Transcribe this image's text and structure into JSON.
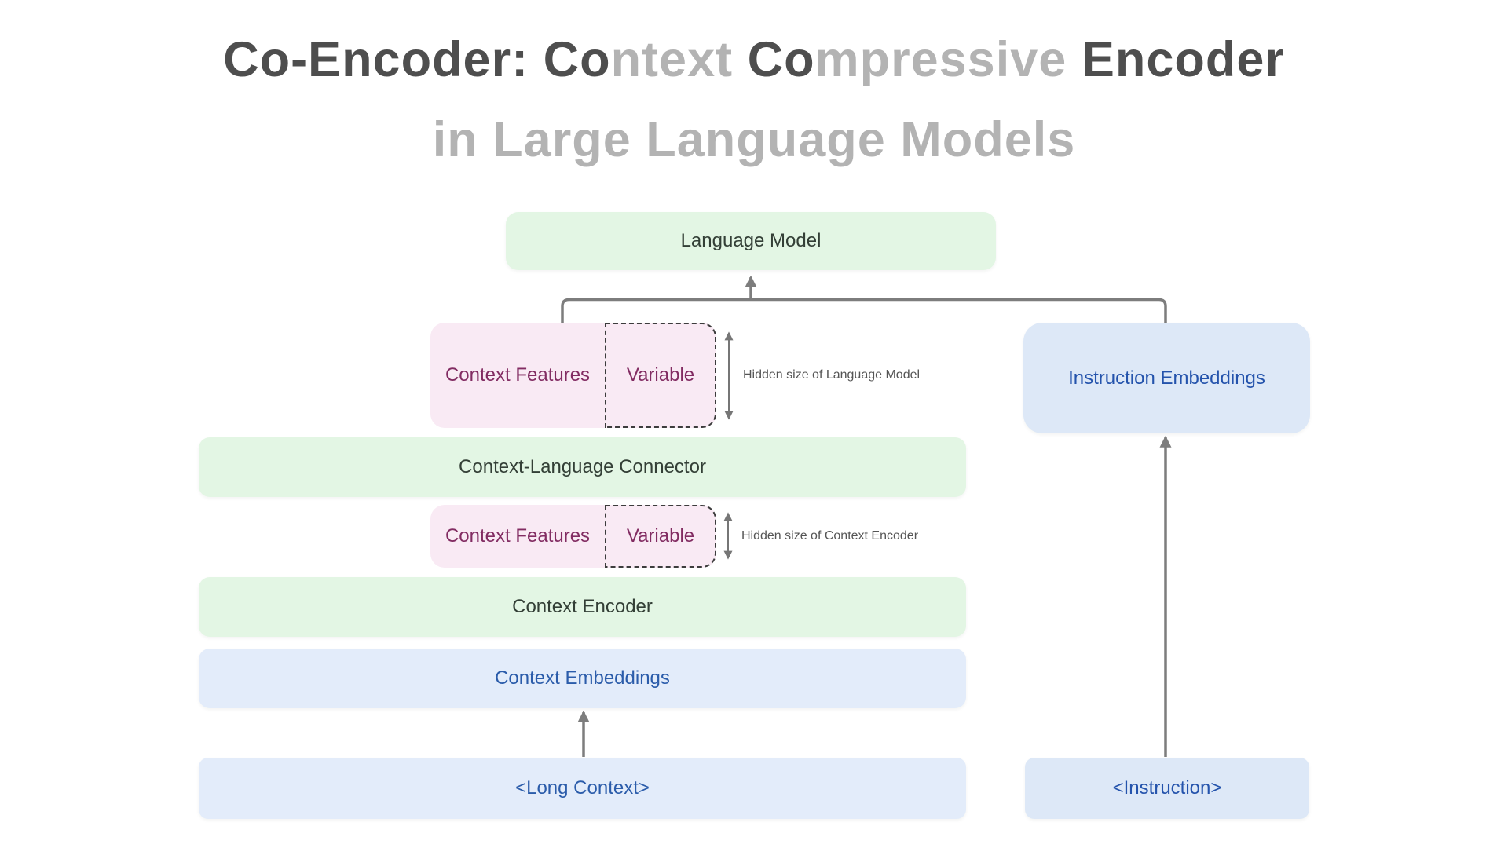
{
  "title": {
    "line1_segments": [
      {
        "text": "Co-Encoder: Co",
        "tone": "dark"
      },
      {
        "text": "ntext",
        "tone": "light"
      },
      {
        "text": " Co",
        "tone": "dark"
      },
      {
        "text": "mpressive",
        "tone": "light"
      },
      {
        "text": " Encoder",
        "tone": "dark"
      }
    ],
    "line2": "in Large Language Models"
  },
  "diagram": {
    "language_model": "Language Model",
    "context_features_top": "Context Features",
    "variable_top": "Variable",
    "hidden_size_lm_note": "Hidden size of Language Model",
    "connector": "Context-Language Connector",
    "context_features_mid": "Context Features",
    "variable_mid": "Variable",
    "hidden_size_ce_note": "Hidden size of Context Encoder",
    "context_encoder": "Context Encoder",
    "context_embeddings": "Context Embeddings",
    "long_context": "<Long Context>",
    "instruction_embeddings": "Instruction Embeddings",
    "instruction": "<Instruction>"
  },
  "colors": {
    "green_box": "#e3f6e4",
    "blue_box_left": "#e3ecfa",
    "blue_box_right": "#dde8f7",
    "pink_box": "#f9eaf4",
    "green_box_text": "#333f36",
    "blue_text": "#2b5caa",
    "purple_text": "#822c62",
    "title_dark": "#4e4e4e",
    "title_light": "#b3b3b3",
    "connector_line": "#7d7d7d",
    "note_text": "#555555",
    "dashed_border": "#3c3c3c"
  }
}
